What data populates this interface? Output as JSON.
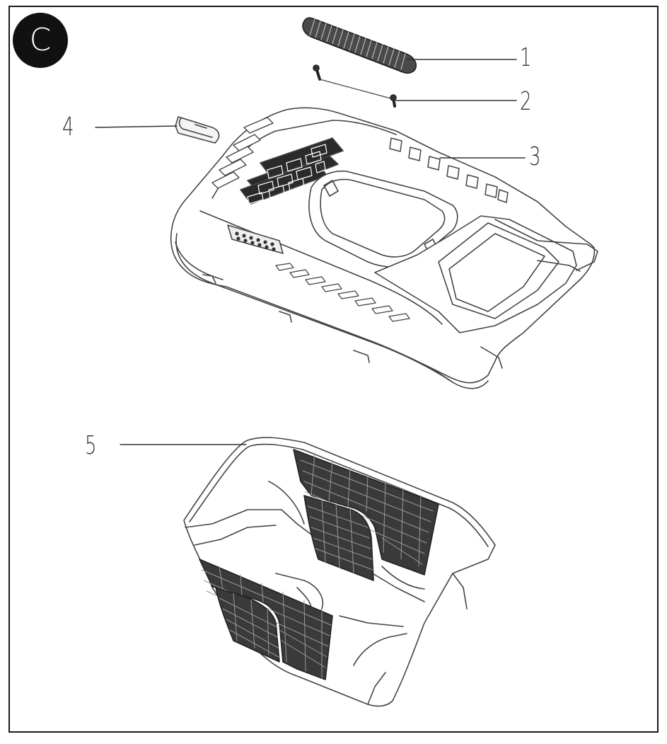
{
  "section_badge": {
    "letter": "C"
  },
  "callouts": [
    {
      "id": "1",
      "label": "1",
      "part": "handle-grip"
    },
    {
      "id": "2",
      "label": "2",
      "part": "screws"
    },
    {
      "id": "3",
      "label": "3",
      "part": "fill-indicator-slots"
    },
    {
      "id": "4",
      "label": "4",
      "part": "small-clip"
    },
    {
      "id": "5",
      "label": "5",
      "part": "grass-catcher-basket"
    }
  ],
  "colors": {
    "ink": "#333333",
    "badge_fill": "#111111",
    "badge_text": "#ffffff",
    "frame": "#1a1a1a"
  }
}
